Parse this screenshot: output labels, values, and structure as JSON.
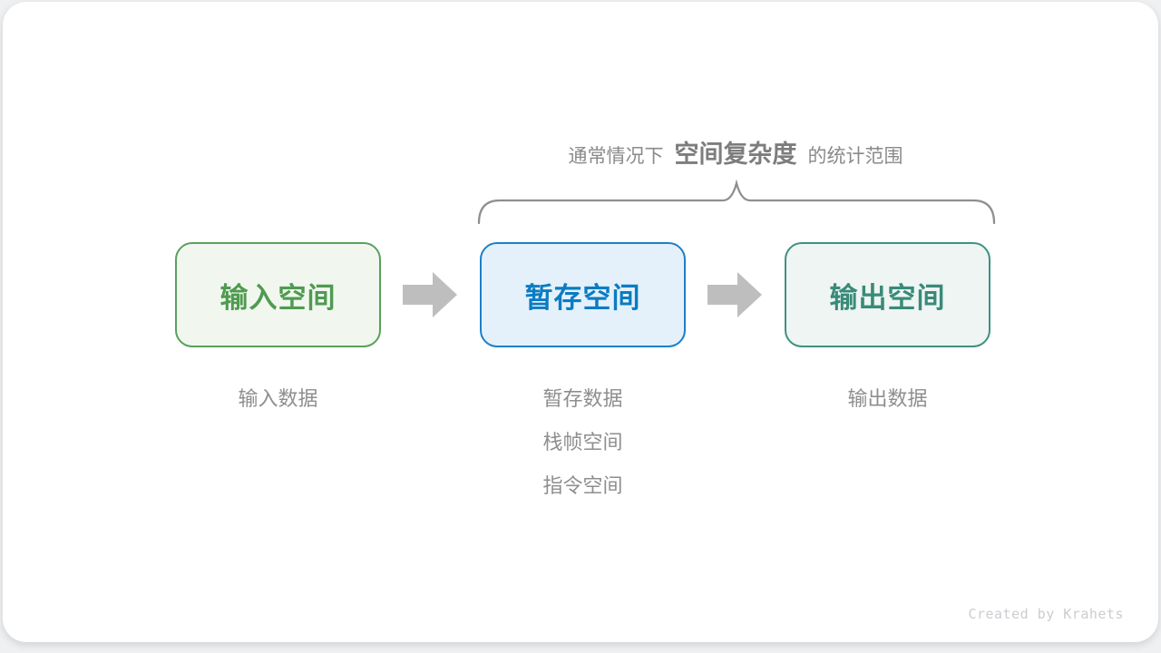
{
  "annotation": {
    "prefix": "通常情况下",
    "highlight": "空间复杂度",
    "suffix": "的统计范围"
  },
  "boxes": [
    {
      "label": "输入空间",
      "theme": "green"
    },
    {
      "label": "暂存空间",
      "theme": "blue"
    },
    {
      "label": "输出空间",
      "theme": "teal"
    }
  ],
  "columns": [
    {
      "items": [
        "输入数据"
      ]
    },
    {
      "items": [
        "暂存数据",
        "栈帧空间",
        "指令空间"
      ]
    },
    {
      "items": [
        "输出数据"
      ]
    }
  ],
  "credit": "Created by Krahets",
  "colors": {
    "green-border": "#5aa05c",
    "green-text": "#4f9b51",
    "green-fill": "#f1f7ef",
    "blue-border": "#1b80c9",
    "blue-text": "#0a7cc4",
    "blue-fill": "#e4f1fb",
    "teal-border": "#3f9180",
    "teal-text": "#398a79",
    "teal-fill": "#eef5f2",
    "ann-gray": "#8a8a8a",
    "ann-bold-gray": "#7d7d7d",
    "label-gray": "#8e8e8e",
    "arrow-gray": "#bebebe",
    "brace-gray": "#8f8f8f",
    "credit-gray": "#cacdd1"
  }
}
